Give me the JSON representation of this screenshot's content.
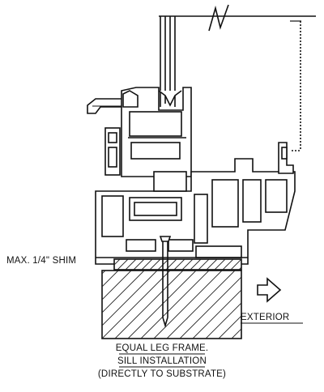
{
  "labels": {
    "shim": "MAX. 1/4\" SHIM",
    "exterior": "EXTERIOR"
  },
  "caption": {
    "line1": "EQUAL LEG FRAME.",
    "line2": "SILL INSTALLATION",
    "line3": "(DIRECTLY TO SUBSTRATE)"
  },
  "icons": {
    "direction": "arrow-right-outline-icon",
    "break": "break-line-icon"
  },
  "colors": {
    "ink": "#111111",
    "background": "#ffffff"
  }
}
